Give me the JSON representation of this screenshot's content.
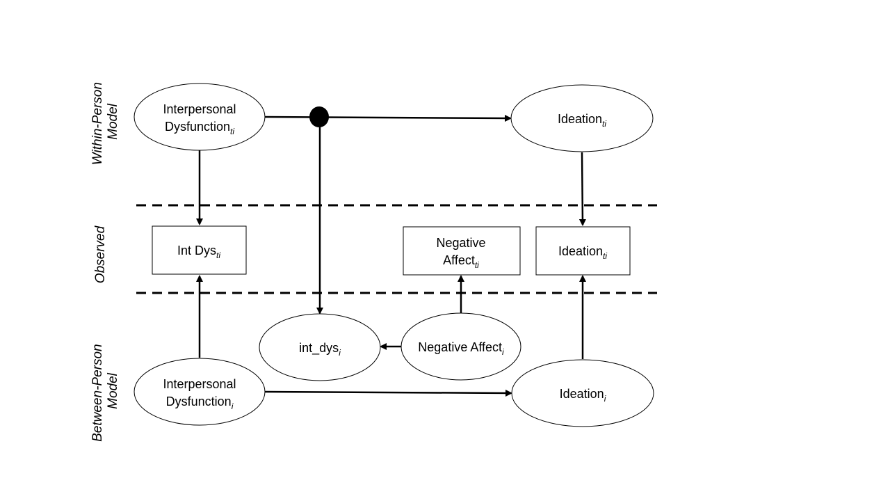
{
  "sections": {
    "within_person": [
      "Within-Person",
      "Model"
    ],
    "observed": [
      "Observed"
    ],
    "between_person": [
      "Between-Person",
      "Model"
    ]
  },
  "nodes": {
    "interpersonal_dysfunction_ti": {
      "lines": [
        {
          "text": "Interpersonal",
          "sub": ""
        },
        {
          "text": "Dysfunction",
          "sub": "ti"
        }
      ]
    },
    "ideation_ti_latent": {
      "lines": [
        {
          "text": "Ideation",
          "sub": "ti"
        }
      ]
    },
    "int_dys_ti_observed": {
      "lines": [
        {
          "text": "Int Dys",
          "sub": "ti"
        }
      ]
    },
    "negative_affect_ti_observed": {
      "lines": [
        {
          "text": "Negative",
          "sub": ""
        },
        {
          "text": "Affect",
          "sub": "ti"
        }
      ]
    },
    "ideation_ti_observed": {
      "lines": [
        {
          "text": "Ideation",
          "sub": "ti"
        }
      ]
    },
    "int_dys_i": {
      "lines": [
        {
          "text": "int_dys",
          "sub": "i"
        }
      ]
    },
    "negative_affect_i": {
      "lines": [
        {
          "text": "Negative Affect",
          "sub": "i"
        }
      ]
    },
    "interpersonal_dysfunction_i": {
      "lines": [
        {
          "text": "Interpersonal",
          "sub": ""
        },
        {
          "text": "Dysfunction",
          "sub": "i"
        }
      ]
    },
    "ideation_i": {
      "lines": [
        {
          "text": "Ideation",
          "sub": "i"
        }
      ]
    }
  },
  "colors": {
    "stroke": "#000000",
    "fill": "#ffffff"
  }
}
